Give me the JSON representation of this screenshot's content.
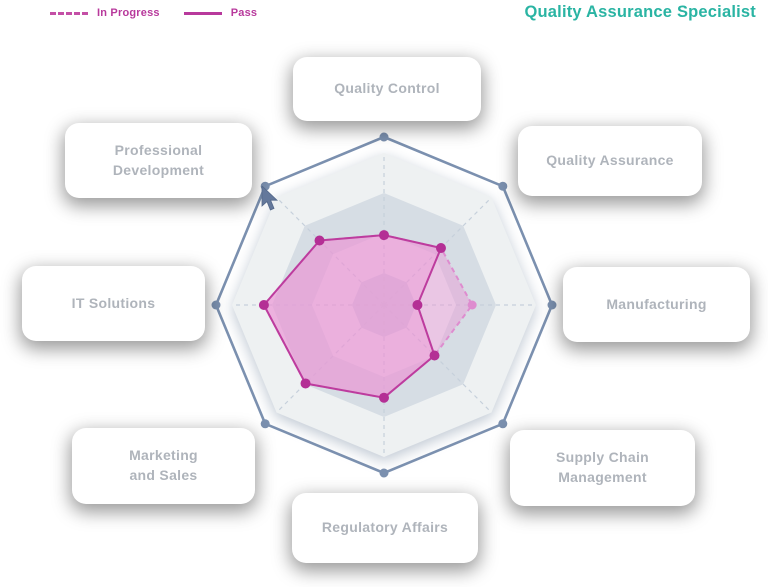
{
  "title": "Quality Assurance Specialist",
  "legend": {
    "items": [
      {
        "label": "In Progress",
        "style": "dashed"
      },
      {
        "label": "Pass",
        "style": "solid"
      }
    ]
  },
  "boxes": [
    {
      "label": "Quality Control"
    },
    {
      "label": "Quality Assurance"
    },
    {
      "label": "Manufacturing"
    },
    {
      "label": "Supply Chain\nManagement"
    },
    {
      "label": "Regulatory Affairs"
    },
    {
      "label": "Marketing\nand Sales"
    },
    {
      "label": "IT Solutions"
    },
    {
      "label": "Professional\nDevelopment"
    }
  ],
  "colors": {
    "title": "#2ab4a3",
    "legend_text": "#b8399c",
    "pass_stroke": "#bd3c9e",
    "pass_dot": "#b42f95",
    "in_progress_stroke": "#de8ccf",
    "series_fill": "rgba(236,146,211,0.42)",
    "connector": "#7b90af",
    "axis": "#c6d0db",
    "box_text": "#afb4bb",
    "rings": [
      "#eef1f2",
      "#d6dde4",
      "#e9edf0",
      "#ccd5e0"
    ]
  },
  "chart_data": {
    "type": "radar",
    "title": "Quality Assurance Specialist",
    "categories": [
      "Quality Control",
      "Quality Assurance",
      "Manufacturing",
      "Supply Chain Management",
      "Regulatory Affairs",
      "Marketing and Sales",
      "IT Solutions",
      "Professional Development"
    ],
    "series": [
      {
        "name": "In Progress",
        "values": [
          46,
          53,
          58,
          47,
          61,
          73,
          79,
          60
        ]
      },
      {
        "name": "Pass",
        "values": [
          46,
          53,
          22,
          47,
          61,
          73,
          79,
          60
        ]
      }
    ],
    "value_range": [
      0,
      100
    ],
    "levels": 4,
    "grid": "octagonal-rings",
    "legend_position": "top-left"
  }
}
